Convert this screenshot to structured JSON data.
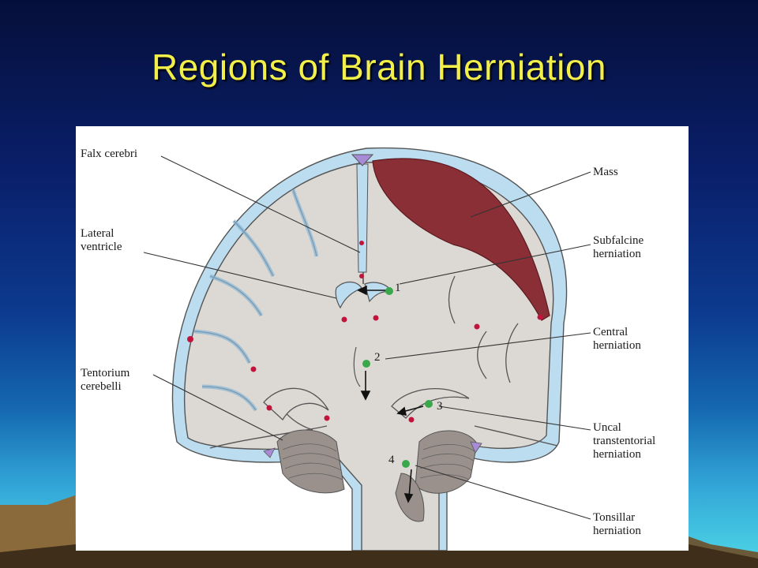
{
  "slide": {
    "title": "Regions of Brain Herniation"
  },
  "figure": {
    "labels": {
      "falx_cerebri": "Falx cerebri",
      "lateral_ventricle": "Lateral\nventricle",
      "tentorium_cerebelli": "Tentorium\ncerebelli",
      "mass": "Mass",
      "subfalcine_herniation": "Subfalcine\nherniation",
      "central_herniation": "Central\nherniation",
      "uncal_transtentorial_herniation": "Uncal\ntranstentorial\nherniation",
      "tonsillar_herniation": "Tonsillar\nherniation"
    },
    "markers": [
      "1",
      "2",
      "3",
      "4"
    ],
    "colors": {
      "brain": "#dcd8d3",
      "csf": "#bcdcf0",
      "outline": "#555555",
      "mass": "#8b2f36",
      "marker": "#3aa84a",
      "vessel": "#c0143c",
      "sinus": "#a78bd6",
      "cerebellum": "#9a918c"
    }
  }
}
